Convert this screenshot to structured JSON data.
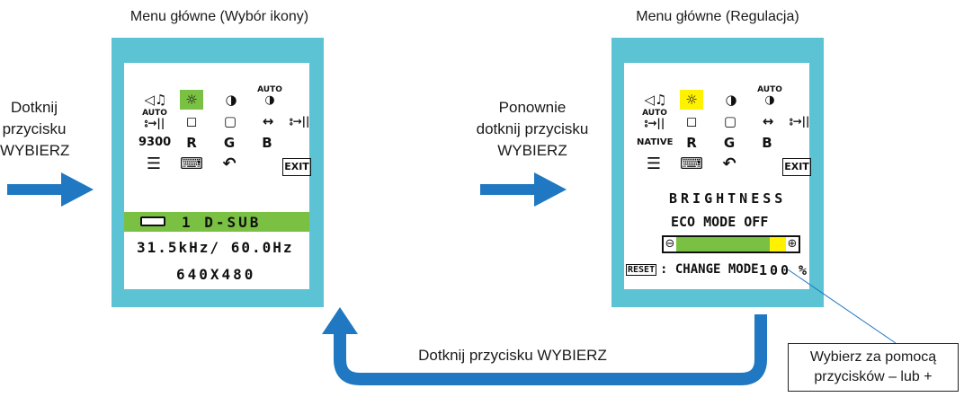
{
  "left_panel": {
    "caption": "Menu główne (Wybór ikony)",
    "icons": {
      "volume": "◁♫",
      "brightness": "☼",
      "contrast": "◑",
      "auto_contrast_top": "AUTO",
      "auto_contrast_bottom": "◑",
      "auto_adjust_top": "AUTO",
      "auto_adjust_bottom": "⦂→||",
      "position": "◻",
      "size": "▢",
      "h_size": "↔",
      "fine": "⦂→||",
      "color_temp": "9300",
      "r": "R",
      "g": "G",
      "b": "B",
      "tools": "☰",
      "keyboard": "⌨",
      "return": "↶",
      "exit": "EXIT"
    },
    "input_label": "1  D-SUB",
    "frequency": "31.5kHz/ 60.0Hz",
    "resolution": "640X480"
  },
  "right_panel": {
    "caption": "Menu główne (Regulacja)",
    "color_temp": "NATIVE",
    "setting_name": "BRIGHTNESS",
    "eco_mode": "ECO MODE OFF",
    "minus_symbol": "⊖",
    "plus_symbol": "⊕",
    "level_fraction": 0.85,
    "reset_label": "RESET",
    "change_mode": ": CHANGE MODE",
    "value": "100",
    "unit": "%"
  },
  "steps": {
    "left_label": [
      "Dotknij",
      "przycisku",
      "WYBIERZ"
    ],
    "middle_label": [
      "Ponownie",
      "dotknij przycisku",
      "WYBIERZ"
    ],
    "bottom_label": "Dotknij przycisku WYBIERZ",
    "callout": [
      "Wybierz za pomocą",
      "przycisków – lub +"
    ]
  },
  "colors": {
    "frame": "#5bc3d3",
    "arrow": "#1f78c1",
    "selection_green": "#7ac143",
    "selection_yellow": "#fff200"
  }
}
